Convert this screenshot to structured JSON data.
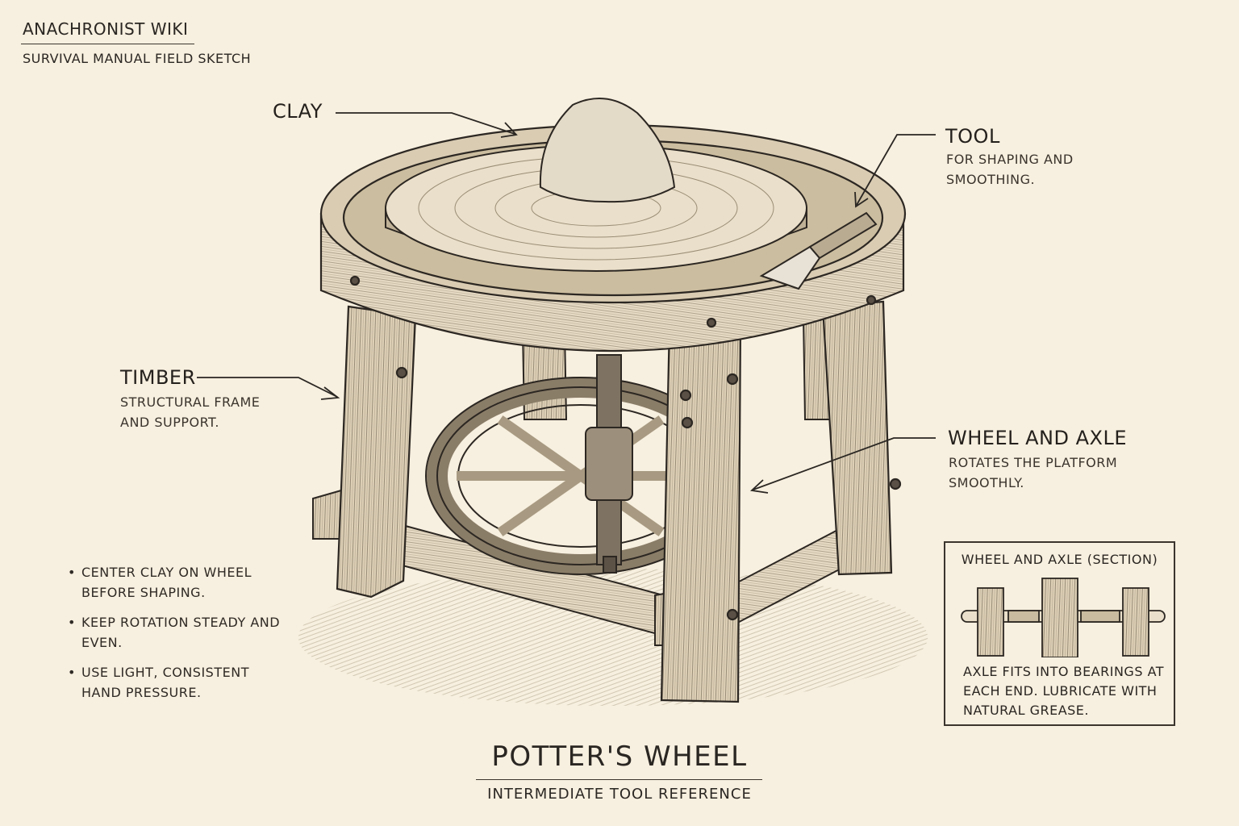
{
  "header": {
    "title": "ANACHRONIST WIKI",
    "subtitle": "SURVIVAL MANUAL FIELD SKETCH"
  },
  "labels": {
    "clay": {
      "title": "CLAY"
    },
    "tool": {
      "title": "TOOL",
      "description": "FOR SHAPING AND SMOOTHING."
    },
    "timber": {
      "title": "TIMBER",
      "description": "STRUCTURAL FRAME AND SUPPORT."
    },
    "wheel_axle": {
      "title": "WHEEL AND AXLE",
      "description": "ROTATES THE PLATFORM SMOOTHLY."
    }
  },
  "notes": [
    "CENTER CLAY ON WHEEL BEFORE SHAPING.",
    "KEEP ROTATION STEADY AND EVEN.",
    "USE LIGHT, CONSISTENT HAND PRESSURE."
  ],
  "section_inset": {
    "title": "WHEEL AND AXLE (SECTION)",
    "description": "AXLE FITS INTO BEARINGS AT EACH END. LUBRICATE WITH NATURAL GREASE."
  },
  "footer": {
    "title": "POTTER'S WHEEL",
    "subtitle": "INTERMEDIATE TOOL REFERENCE"
  },
  "colors": {
    "paper": "#f7efdf",
    "ink": "#2a2622",
    "wood_light": "#e3d6bf",
    "wood_shade": "#b9aa90"
  }
}
